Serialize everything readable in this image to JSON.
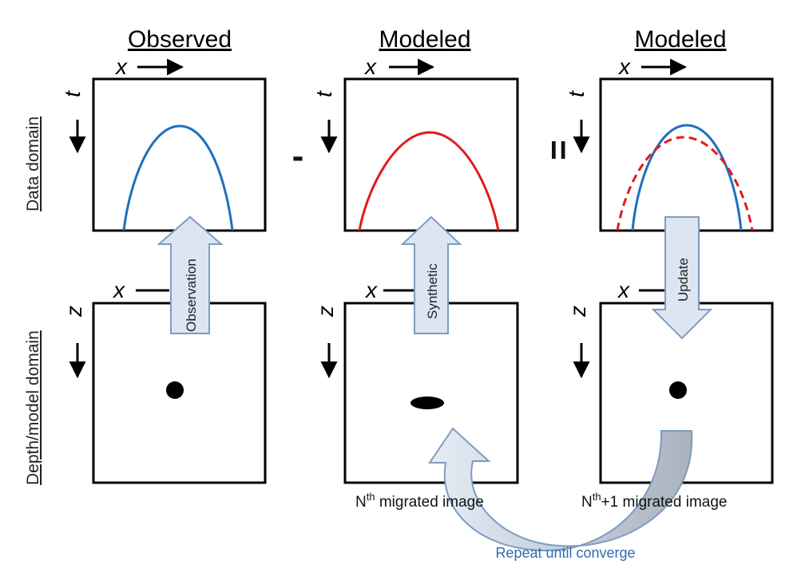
{
  "columns": [
    {
      "title": "Observed"
    },
    {
      "title": "Modeled"
    },
    {
      "title": "Modeled"
    }
  ],
  "axes": {
    "x": "x",
    "t": "t",
    "z": "z"
  },
  "row_labels": {
    "top": "Data domain",
    "bottom": "Depth/model domain"
  },
  "operators": {
    "minus": "-",
    "equals": "="
  },
  "arrows": {
    "observation": "Observation",
    "synthetic": "Synthetic",
    "update": "Update"
  },
  "captions": {
    "nth_base": "N",
    "nth_sup": "th",
    "nth_text": " migrated image",
    "n1_base": "N",
    "n1_sup": "th",
    "n1_text": "+1 migrated image"
  },
  "loop": {
    "label": "Repeat until converge"
  },
  "colors": {
    "observed_curve": "#1f6fbf",
    "modeled_curve": "#e31a1c",
    "arrow_fill": "#dce6f2",
    "arrow_stroke": "#7f9bc0",
    "loop_fill_dark": "#a9b3c0",
    "loop_caption": "#2f6cb3"
  }
}
